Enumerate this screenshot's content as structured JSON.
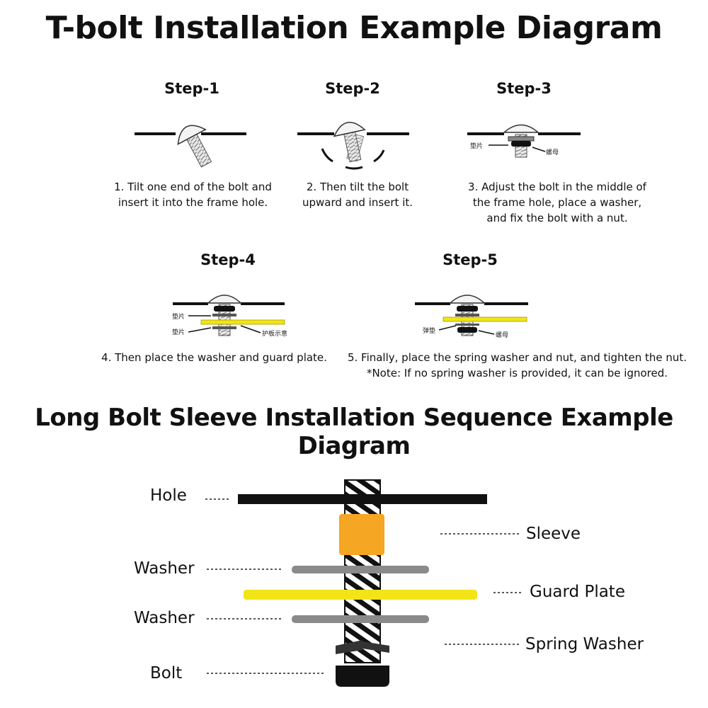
{
  "main_title": "T-bolt Installation Example Diagram",
  "steps": [
    {
      "title": "Step-1",
      "lines": [
        "1. Tilt one end of the bolt and",
        "insert it into the frame hole."
      ]
    },
    {
      "title": "Step-2",
      "lines": [
        "2. Then tilt the bolt",
        "upward and insert it."
      ]
    },
    {
      "title": "Step-3",
      "lines": [
        "3. Adjust the bolt in the middle of",
        "the frame hole, place a washer,",
        "and fix the bolt with a nut."
      ],
      "labels": [
        "垫片",
        "螺母"
      ]
    },
    {
      "title": "Step-4",
      "lines": [
        "4. Then place the washer and guard plate."
      ],
      "labels": [
        "垫片",
        "垫片",
        "护板示意"
      ]
    },
    {
      "title": "Step-5",
      "lines": [
        "5. Finally, place the spring washer and nut, and tighten the nut.",
        "*Note: If no spring washer is provided, it can be ignored."
      ],
      "labels": [
        "弹垫",
        "螺母"
      ]
    }
  ],
  "sequence_title": "Long Bolt Sleeve Installation Sequence Example Diagram",
  "sequence_labels": {
    "hole": "Hole",
    "sleeve": "Sleeve",
    "washer_top": "Washer",
    "guard_plate": "Guard Plate",
    "washer_bottom": "Washer",
    "spring_washer": "Spring Washer",
    "bolt": "Bolt"
  },
  "colors": {
    "sleeve": "#F5A623",
    "guard_plate": "#F2E416",
    "washer": "#8A8A8A",
    "frame": "#111111"
  }
}
